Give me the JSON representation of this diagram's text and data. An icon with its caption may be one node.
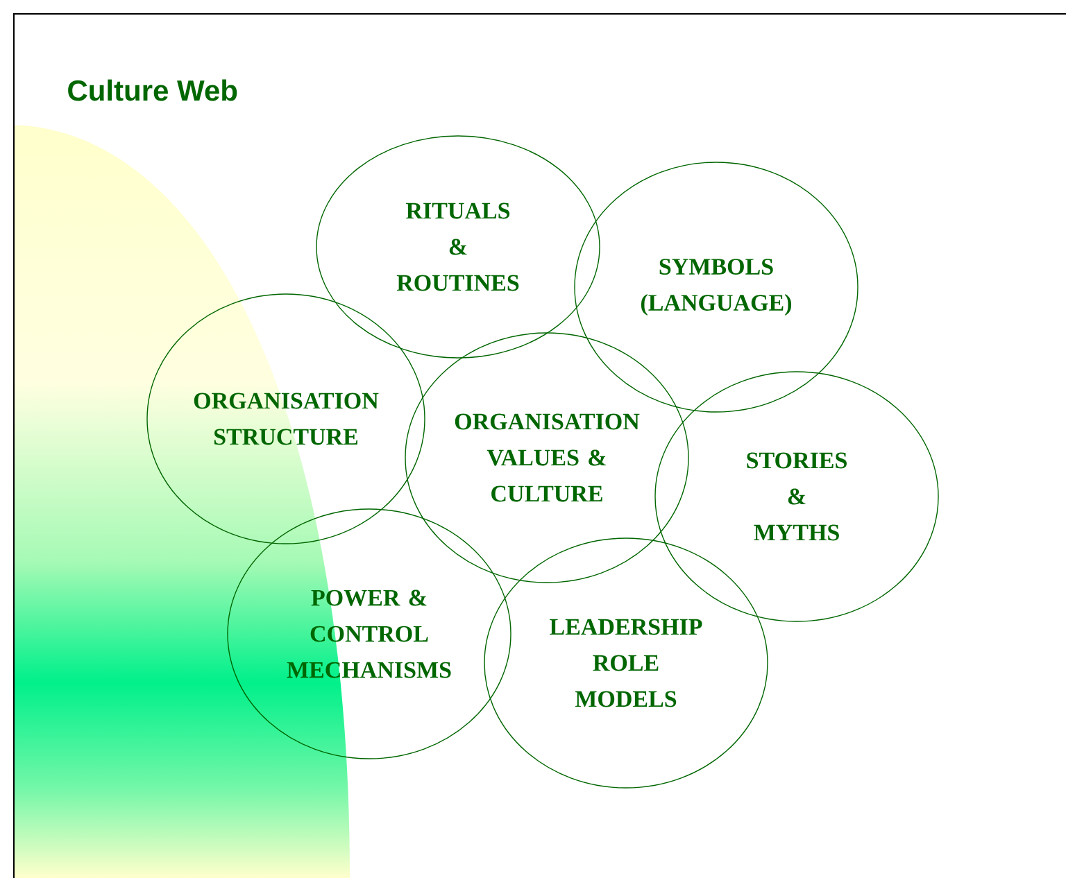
{
  "diagram": {
    "title": "Culture Web",
    "nodes": [
      {
        "text": [
          "RITUALS & ROUTINES"
        ]
      },
      {
        "text": [
          "SYMBOLS (LANGUAGE)"
        ]
      },
      {
        "text": [
          "ORGANISATION STRUCTURE"
        ]
      },
      {
        "text": [
          "ORGANISATION VALUES & CULTURE"
        ]
      },
      {
        "text": [
          "STORIES & MYTHS"
        ]
      },
      {
        "text": [
          "POWER & CONTROL MECHANISMS"
        ]
      },
      {
        "text": [
          "LEADERSHIP ROLE MODELS"
        ]
      }
    ]
  }
}
